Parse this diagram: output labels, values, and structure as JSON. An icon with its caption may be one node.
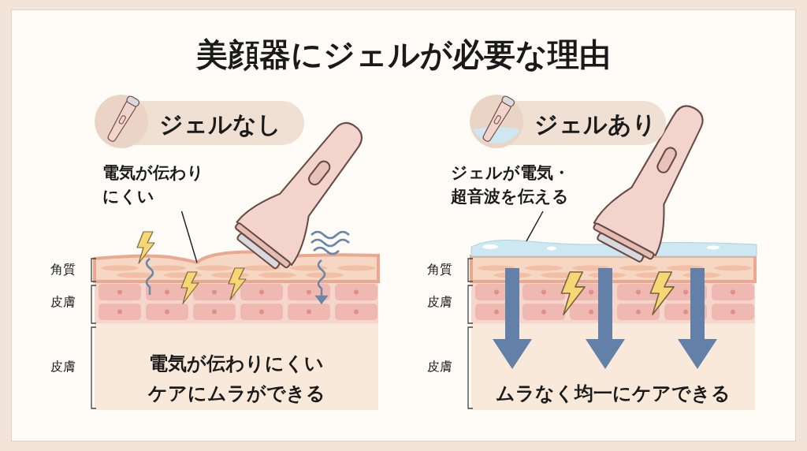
{
  "diagram": {
    "title": "美顔器にジェルが必要な理由",
    "nodes": [
      {
        "text": [
          "ジェルなし"
        ]
      },
      {
        "text": [
          "電気が伝わりにくい"
        ]
      },
      {
        "text": [],
        "shape": "picture"
      },
      {
        "text": [
          "ジェルあり"
        ]
      },
      {
        "text": [
          "ジェルが電気・超音波を伝える"
        ]
      },
      {
        "text": [],
        "shape": "picture"
      }
    ],
    "edges": [
      {
        "from": 1,
        "to": 2,
        "arrow": "none"
      },
      {
        "from": 4,
        "to": 5,
        "arrow": "none"
      }
    ],
    "labels": [
      "角質",
      "皮膚",
      "皮膚",
      "電気が伝わりにくいケアにムラができる",
      "角質",
      "皮膚",
      "皮膚",
      "ムラなく均一にケアできる"
    ]
  }
}
